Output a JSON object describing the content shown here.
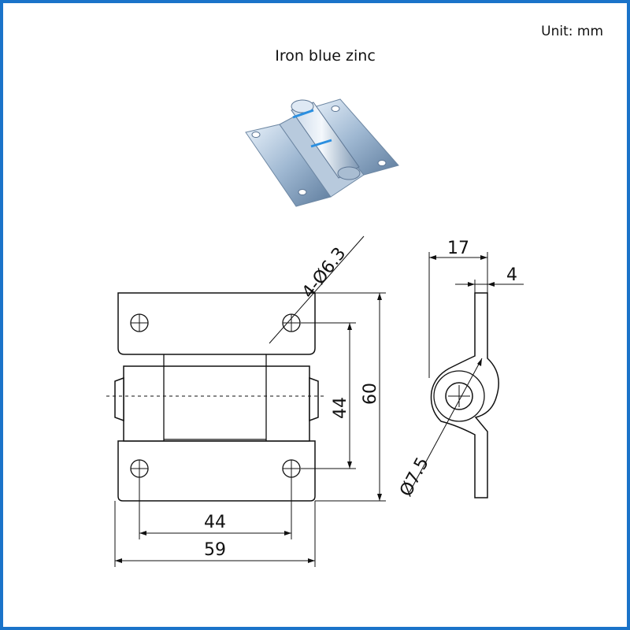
{
  "header": {
    "unit": "Unit:  mm",
    "material": "Iron blue zinc"
  },
  "dimensions": {
    "holes": "4-Ø6.3",
    "hole_spacing_vertical": "44",
    "overall_height": "60",
    "hole_spacing_horizontal": "44",
    "overall_width": "59",
    "side_width": "17",
    "thickness": "4",
    "pin_diameter": "Ø7.5"
  }
}
